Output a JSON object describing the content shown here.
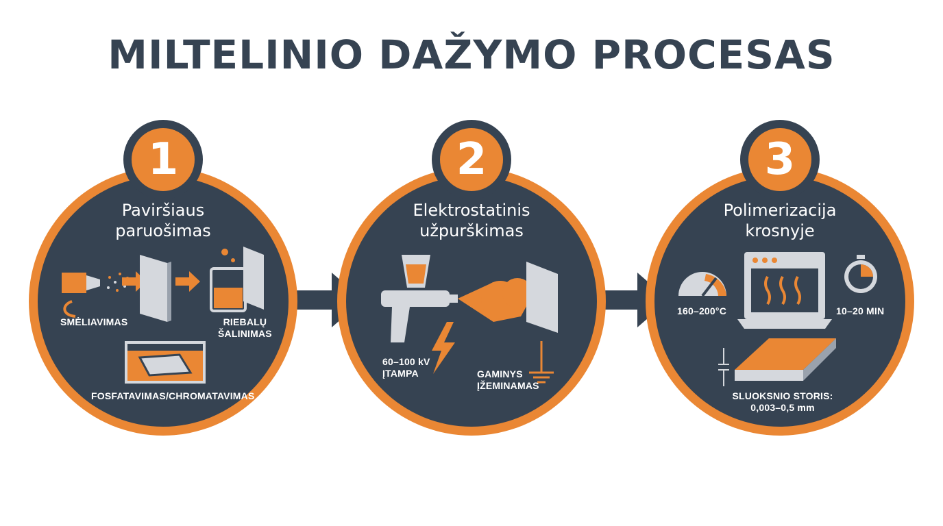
{
  "title": "MILTELINIO DAŽYMO PROCESAS",
  "colors": {
    "dark": "#364352",
    "orange": "#ea8734",
    "light": "#d5d8dd",
    "white": "#ffffff"
  },
  "steps": [
    {
      "number": "1",
      "heading_line1": "Paviršiaus",
      "heading_line2": "paruošimas",
      "labels": {
        "sandblast": "SMĖLIAVIMAS",
        "degrease_line1": "RIEBALŲ",
        "degrease_line2": "ŠALINIMAS",
        "phosphate": "FOSFATAVIMAS/CHROMATAVIMAS"
      },
      "icons": [
        "sandblast-nozzle-icon",
        "metal-panel-icon",
        "arrow-right-icon",
        "beaker-icon",
        "dip-tank-icon"
      ]
    },
    {
      "number": "2",
      "heading_line1": "Elektrostatinis",
      "heading_line2": "užpurškimas",
      "labels": {
        "voltage_line1": "60–100 kV",
        "voltage_line2": "ĮTAMPA",
        "ground_line1": "GAMINYS",
        "ground_line2": "ĮŽEMINAMAS"
      },
      "icons": [
        "spray-gun-icon",
        "lightning-icon",
        "powder-cloud-icon",
        "metal-panel-icon",
        "ground-icon"
      ]
    },
    {
      "number": "3",
      "heading_line1": "Polimerizacija",
      "heading_line2": "krosnyje",
      "labels": {
        "temperature": "160–200°C",
        "time": "10–20 MIN",
        "thickness_line1": "SLUOKSNIO STORIS:",
        "thickness_line2": "0,003–0,5 mm"
      },
      "icons": [
        "gauge-icon",
        "oven-icon",
        "stopwatch-icon",
        "coated-plate-icon"
      ]
    }
  ]
}
